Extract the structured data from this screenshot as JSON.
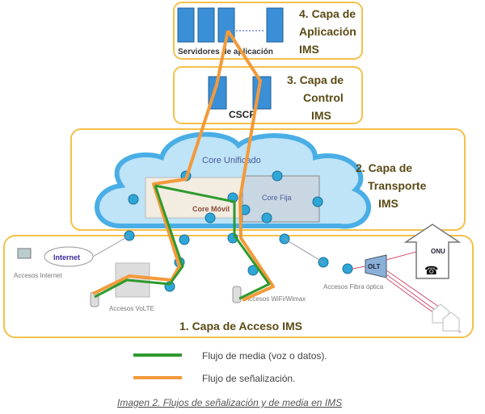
{
  "layers": {
    "app": {
      "title": [
        "4.  Capa de",
        "Aplicación",
        "IMS"
      ],
      "servers_label": "Servidores de aplicación"
    },
    "control": {
      "title": [
        "3.  Capa de",
        "Control",
        "IMS"
      ],
      "cscf": "CSCF"
    },
    "transport": {
      "title": [
        "2.  Capa de",
        "Transporte",
        "IMS"
      ],
      "core_unificado": "Core Unificado",
      "core_movil": "Core Móvil",
      "core_fija": "Core Fija"
    },
    "access": {
      "title": "1.  Capa de Acceso IMS",
      "internet": "Internet",
      "accesos_internet": "Accesos Internet",
      "accesos_volte": "Accesos VoLTE",
      "accesos_wifi": "Accesos WiFi/Wimax",
      "accesos_fibra": "Accesos Fibra óptica",
      "olt": "OLT",
      "onu": "ONU"
    }
  },
  "legend": {
    "media": "Flujo de media (voz o datos).",
    "signaling": "Flujo de señalización."
  },
  "caption": "Imagen 2. Flujos de señalización y de media en IMS",
  "colors": {
    "media": "#2e9a2e",
    "signaling": "#f39a3a",
    "box_border": "#f5c04a",
    "cloud": "#bfe3f7",
    "cloud_border": "#4aaee6"
  }
}
